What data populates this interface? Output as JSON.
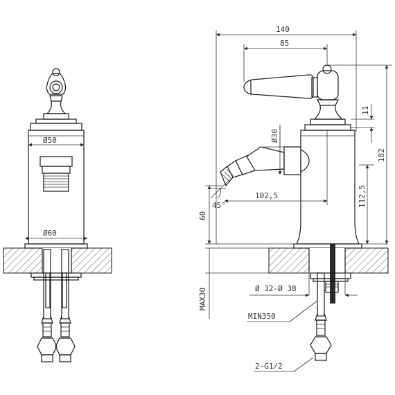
{
  "dimensions": {
    "d50": "Ø50",
    "d60": "Ø60",
    "w140": "140",
    "w85": "85",
    "d30": "Ø30",
    "h11": "11",
    "h182": "182",
    "h112": "112,5",
    "w102": "102,5",
    "a45": "45°",
    "h60": "60",
    "max30": "MAX30",
    "d32_38": "Ø 32-Ø 38",
    "min350": "MIN350",
    "thread": "2-G1/2"
  }
}
